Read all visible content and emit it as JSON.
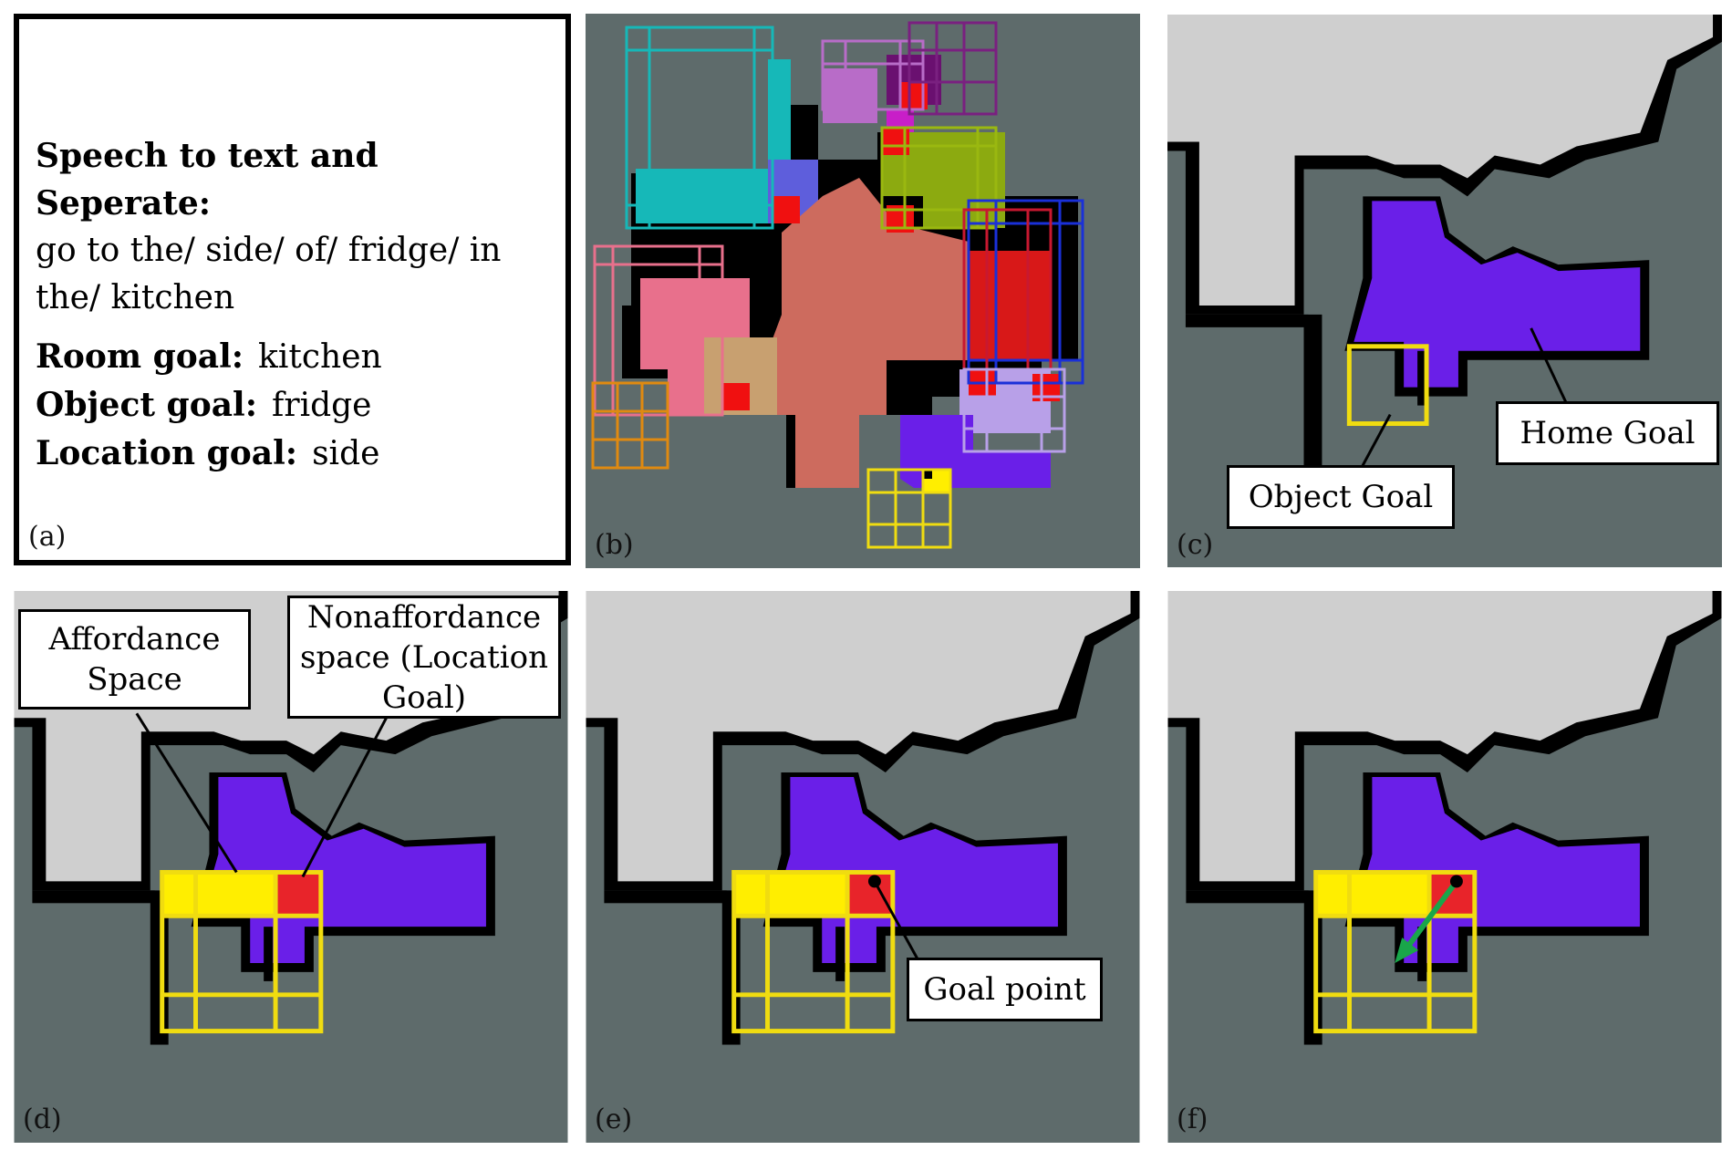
{
  "panel_a": {
    "heading": "Speech to text and Seperate:",
    "sentence": "go to the/ side/ of/ fridge/ in the/ kitchen",
    "goals": [
      {
        "key": "Room goal:",
        "value": "kitchen"
      },
      {
        "key": "Object goal:",
        "value": "fridge"
      },
      {
        "key": "Location goal:",
        "value": "side"
      }
    ],
    "label": "(a)"
  },
  "panel_b": {
    "label": "(b)"
  },
  "panel_c": {
    "label": "(c)",
    "callout_object": "Object Goal",
    "callout_home": "Home Goal"
  },
  "panel_d": {
    "label": "(d)",
    "callout_affordance": "Affordance Space",
    "callout_nonaffordance": "Nonaffordance space (Location Goal)"
  },
  "panel_e": {
    "label": "(e)",
    "callout_goal": "Goal point"
  },
  "panel_f": {
    "label": "(f)"
  },
  "colors": {
    "background": "#5e6b6b",
    "free_space": "#cfcfcf",
    "wall": "#000000",
    "room_purple": "#6a1fe8",
    "affordance_yellow": "#ffee00",
    "nonaffordance_red": "#e8242a",
    "grid_yellow": "#f0dc10",
    "arrow_green": "#19a64a"
  }
}
